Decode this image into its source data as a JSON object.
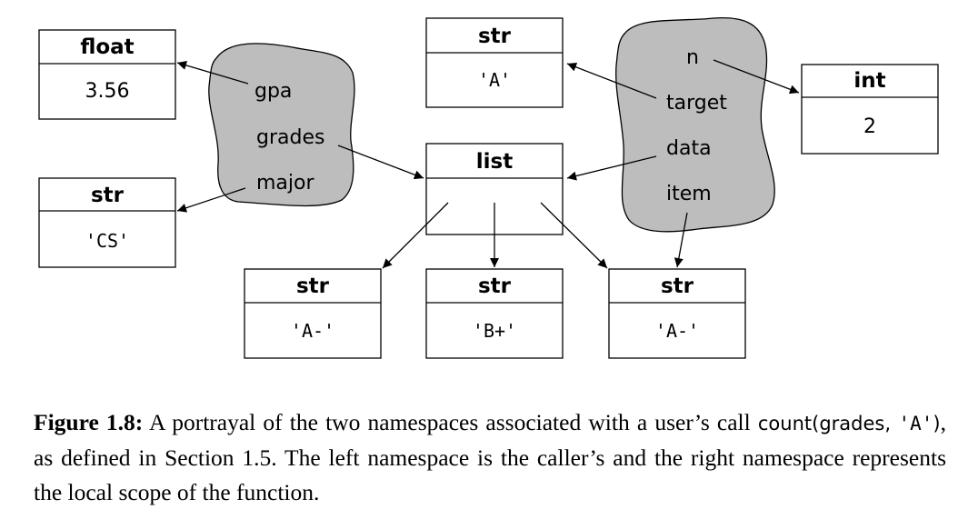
{
  "boxes": {
    "float_gpa": {
      "type": "float",
      "value": "3.56"
    },
    "str_major": {
      "type": "str",
      "value": "'CS'"
    },
    "str_target": {
      "type": "str",
      "value": "'A'"
    },
    "list_grades": {
      "type": "list",
      "value": ""
    },
    "int_n": {
      "type": "int",
      "value": "2"
    },
    "str_item0": {
      "type": "str",
      "value": "'A-'"
    },
    "str_item1": {
      "type": "str",
      "value": "'B+'"
    },
    "str_item2": {
      "type": "str",
      "value": "'A-'"
    }
  },
  "namespaces": {
    "left": {
      "names": [
        "gpa",
        "grades",
        "major"
      ]
    },
    "right": {
      "names": [
        "n",
        "target",
        "data",
        "item"
      ]
    }
  },
  "caption": {
    "label": "Figure 1.8:",
    "text_1": " A portrayal of the two namespaces associated with a user’s call ",
    "code_call": "count(grades, ",
    "code_arg": "'A'",
    "code_close": ")",
    "text_2": ", as defined in Section 1.5. The left namespace is the caller’s and the right namespace represents the local scope of the function."
  }
}
